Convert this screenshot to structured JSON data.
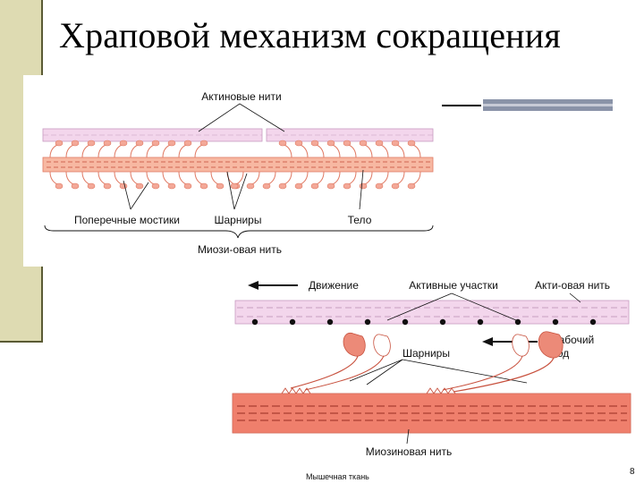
{
  "slide": {
    "title": "Храповой механизм сокращения",
    "footer": "Мышечная ткань",
    "page_number": "8"
  },
  "top_figure": {
    "label_actin": "Актиновые нити",
    "label_bridges": "Поперечные мостики",
    "label_hinges": "Шарниры",
    "label_body": "Тело",
    "label_myosin": "Миози-овая нить"
  },
  "bottom_figure": {
    "label_movement": "Движение",
    "label_active_sites": "Активные участки",
    "label_actin": "Акти-овая нить",
    "label_power_stroke_1": "Рабочий",
    "label_power_stroke_2": "ход",
    "label_hinges": "Шарниры",
    "label_myosin": "Миозиновая нить"
  },
  "colors": {
    "sidebar": "#dedbb2",
    "actin": "#f3d6ec",
    "myosin": "#f7b8a2",
    "myosin_dark": "#ec6d5a",
    "myosin_head": "#f3a898"
  }
}
